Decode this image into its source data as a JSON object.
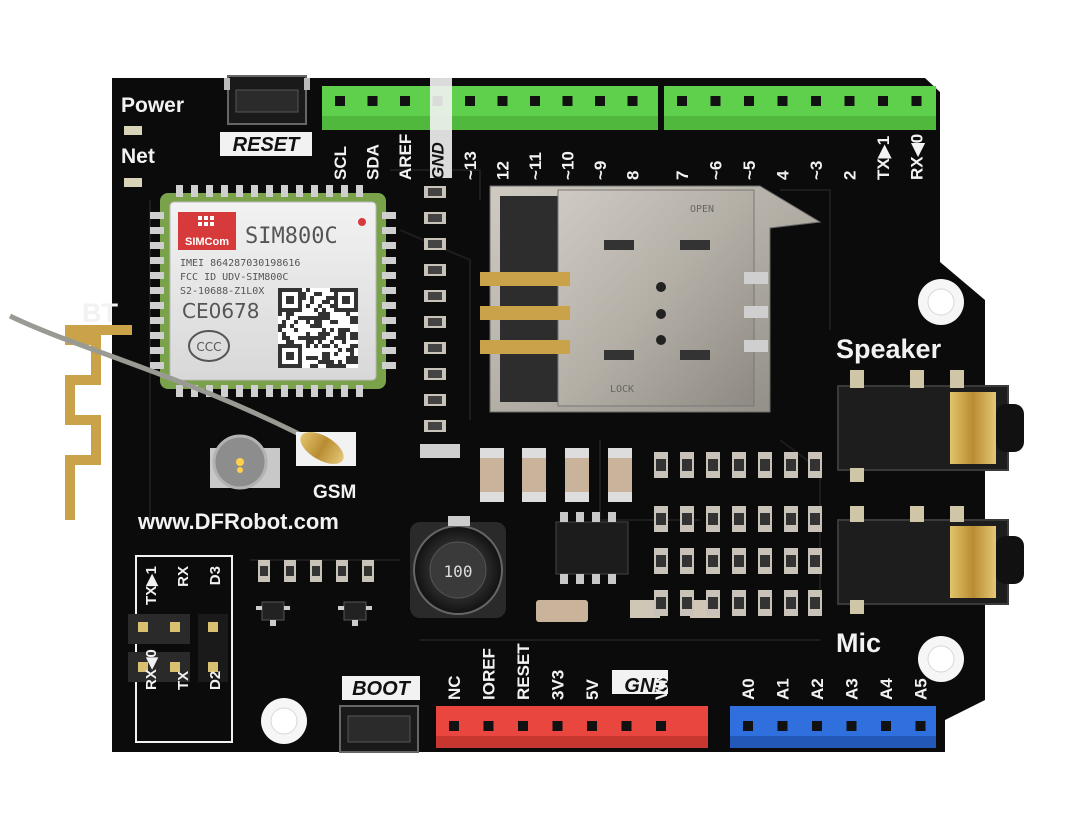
{
  "board": {
    "colors": {
      "pcb": "#0b0b0b",
      "silkscreen": "#f2f2f2",
      "header_green": "#5fd04b",
      "header_red": "#e8463e",
      "header_blue": "#2f6fde",
      "gold": "#c9a24a",
      "module_green": "#7aa24a"
    },
    "labels": {
      "power": "Power",
      "net": "Net",
      "reset": "RESET",
      "bt": "BT",
      "gsm": "GSM",
      "website": "www.DFRobot.com",
      "speaker": "Speaker",
      "mic": "Mic",
      "boot": "BOOT",
      "gnd": "GND",
      "inductor": "100"
    },
    "module": {
      "brand": "SIMCom",
      "model": "SIM800C",
      "imei": "IMEI 864287030198616",
      "fcc": "FCC ID UDV-SIM800C",
      "code": "S2-10688-Z1L0X",
      "ce": "CE0678",
      "ccc": "CCC"
    },
    "top_header_left": [
      "SCL",
      "SDA",
      "AREF",
      "GND",
      "~13",
      "12",
      "~11",
      "~10",
      "~9",
      "8"
    ],
    "top_header_right": [
      "7",
      "~6",
      "~5",
      "4",
      "~3",
      "2",
      "TX▶1",
      "RX◀0"
    ],
    "bottom_power_header": [
      "NC",
      "IOREF",
      "RESET",
      "3V3",
      "5V",
      "GND",
      "VIN"
    ],
    "bottom_analog_header": [
      "A0",
      "A1",
      "A2",
      "A3",
      "A4",
      "A5"
    ],
    "jumper_block": {
      "col_top": [
        "TX▶1",
        "RX",
        "D3"
      ],
      "col_bottom": [
        "RX◀0",
        "TX",
        "D2"
      ]
    },
    "sim_holder": {
      "open": "OPEN",
      "lock": "LOCK"
    }
  }
}
